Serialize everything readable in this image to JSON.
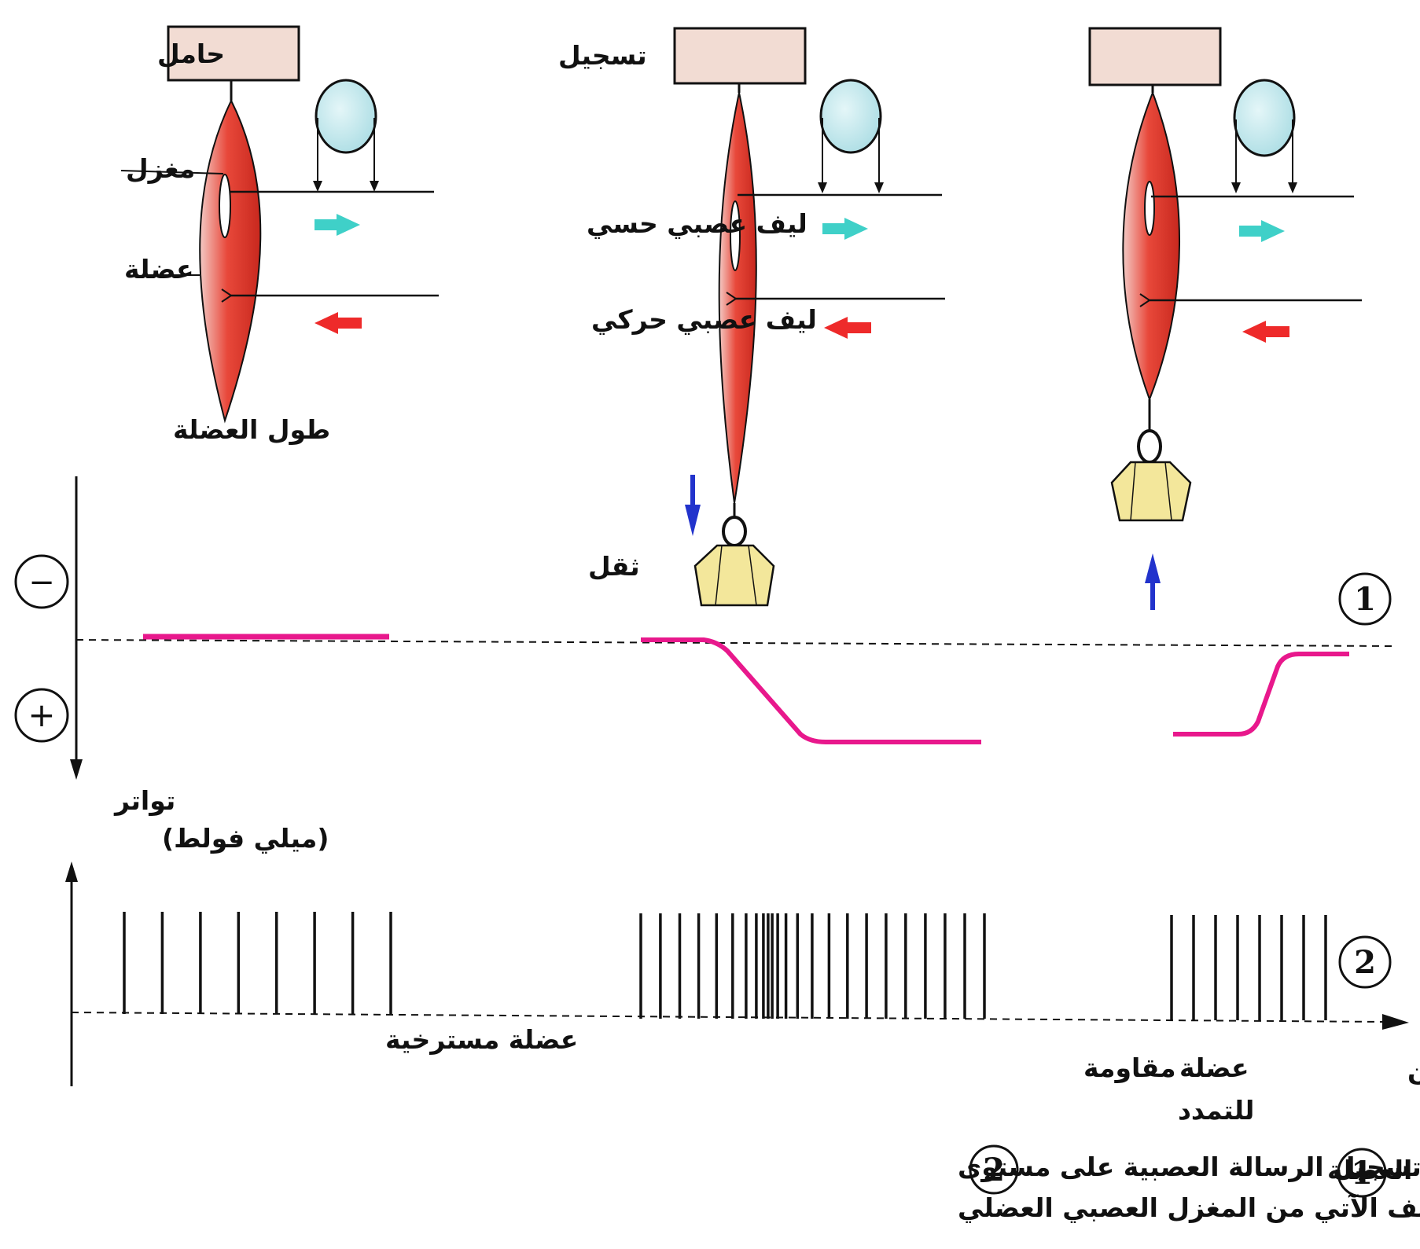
{
  "labels": {
    "holder": "حامل",
    "recording": "تسجيل",
    "spindle": "مغزل",
    "muscle": "عضلة",
    "sensory_fiber": "ليف عصبي حسي",
    "motor_fiber": "ليف عصبي حركي",
    "muscle_length": "طول العضلة",
    "weight": "ثقل",
    "minus": "−",
    "plus": "+",
    "frequency": "تواتر",
    "millivolt": "(ميلي فولط)",
    "relaxed_muscle": "عضلة مسترخية",
    "resistance": "مقاومة",
    "muscle_line1": "عضلة",
    "stretch": "للتمدد",
    "time": "الزمن",
    "graph1_num": "1",
    "graph2_num": "2"
  },
  "legend": {
    "item1_num": "1",
    "item1_text": "طول العضلة",
    "item2_num": "2",
    "item2_line1": "تسجيل الرسالة العصبية على مستوى",
    "item2_line2": "الليف الآتي من المغزل العصبي العضلي"
  },
  "colors": {
    "muscle": "#e8483a",
    "holder": "#f2dcd3",
    "pulley": "#bfe5ea",
    "weight": "#f3e79b",
    "length_curve": "#e8188c",
    "sensory_arrow": "#3fd0c8",
    "motor_arrow": "#ee2a2a",
    "move_arrow": "#2233cc"
  },
  "chart_data": {
    "type": "diagram",
    "states": [
      "relaxed",
      "stretched",
      "resisting"
    ],
    "muscle_length": [
      {
        "state": "relaxed",
        "level": "baseline"
      },
      {
        "state": "stretched",
        "level": "increased"
      },
      {
        "state": "resisting",
        "level": "returns toward baseline"
      }
    ],
    "spike_counts": [
      {
        "state": "relaxed",
        "spikes": 8
      },
      {
        "state": "stretched",
        "spikes": 24
      },
      {
        "state": "resisting",
        "spikes": 8
      }
    ]
  }
}
